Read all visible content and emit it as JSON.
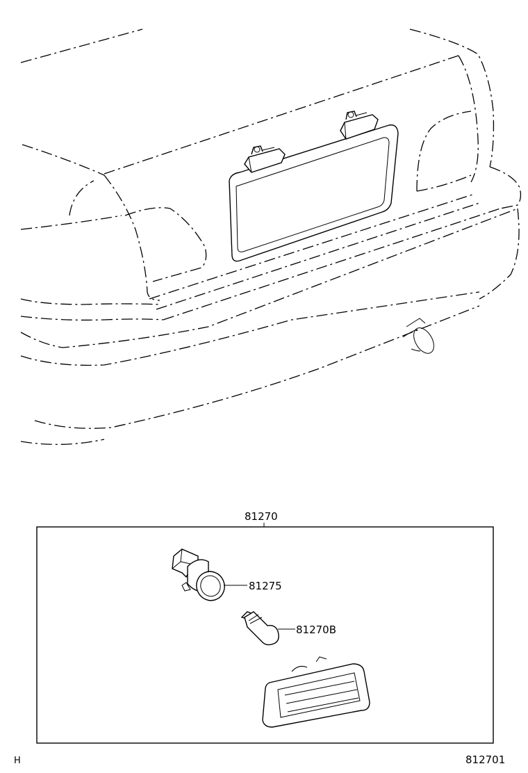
{
  "labels": {
    "assembly": "81270",
    "socket": "81275",
    "bulb": "81270B",
    "corner_left": "H",
    "corner_right": "812701"
  }
}
